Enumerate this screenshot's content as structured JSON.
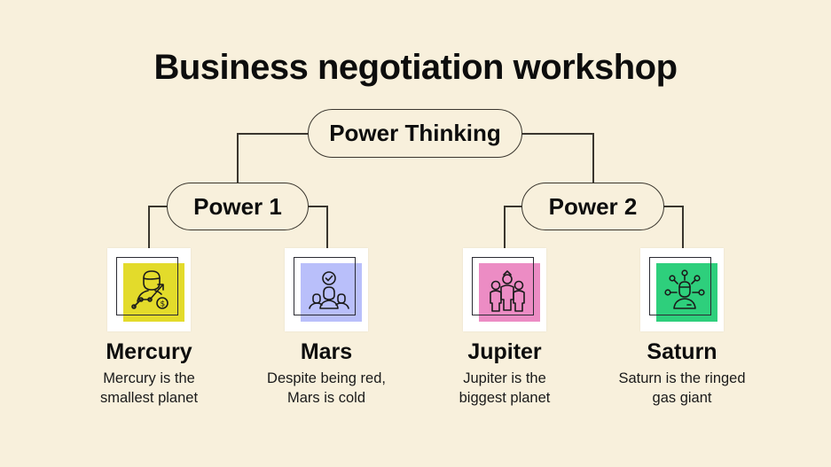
{
  "title": "Business negotiation workshop",
  "root": {
    "label": "Power Thinking"
  },
  "branches": [
    {
      "label": "Power 1"
    },
    {
      "label": "Power 2"
    }
  ],
  "items": [
    {
      "name": "Mercury",
      "desc_line1": "Mercury is the",
      "desc_line2": "smallest planet",
      "color": "#e3db2b",
      "icon": "growth-businessman-icon"
    },
    {
      "name": "Mars",
      "desc_line1": "Despite being red,",
      "desc_line2": "Mars is cold",
      "color": "#b9bffa",
      "icon": "team-approval-icon"
    },
    {
      "name": "Jupiter",
      "desc_line1": "Jupiter is the",
      "desc_line2": "biggest planet",
      "color": "#ec8cc4",
      "icon": "group-people-icon"
    },
    {
      "name": "Saturn",
      "desc_line1": "Saturn is the ringed",
      "desc_line2": "gas giant",
      "color": "#2ecf7c",
      "icon": "network-person-icon"
    }
  ],
  "colors": {
    "background": "#f8f0dc",
    "lines": "#3a362e"
  }
}
